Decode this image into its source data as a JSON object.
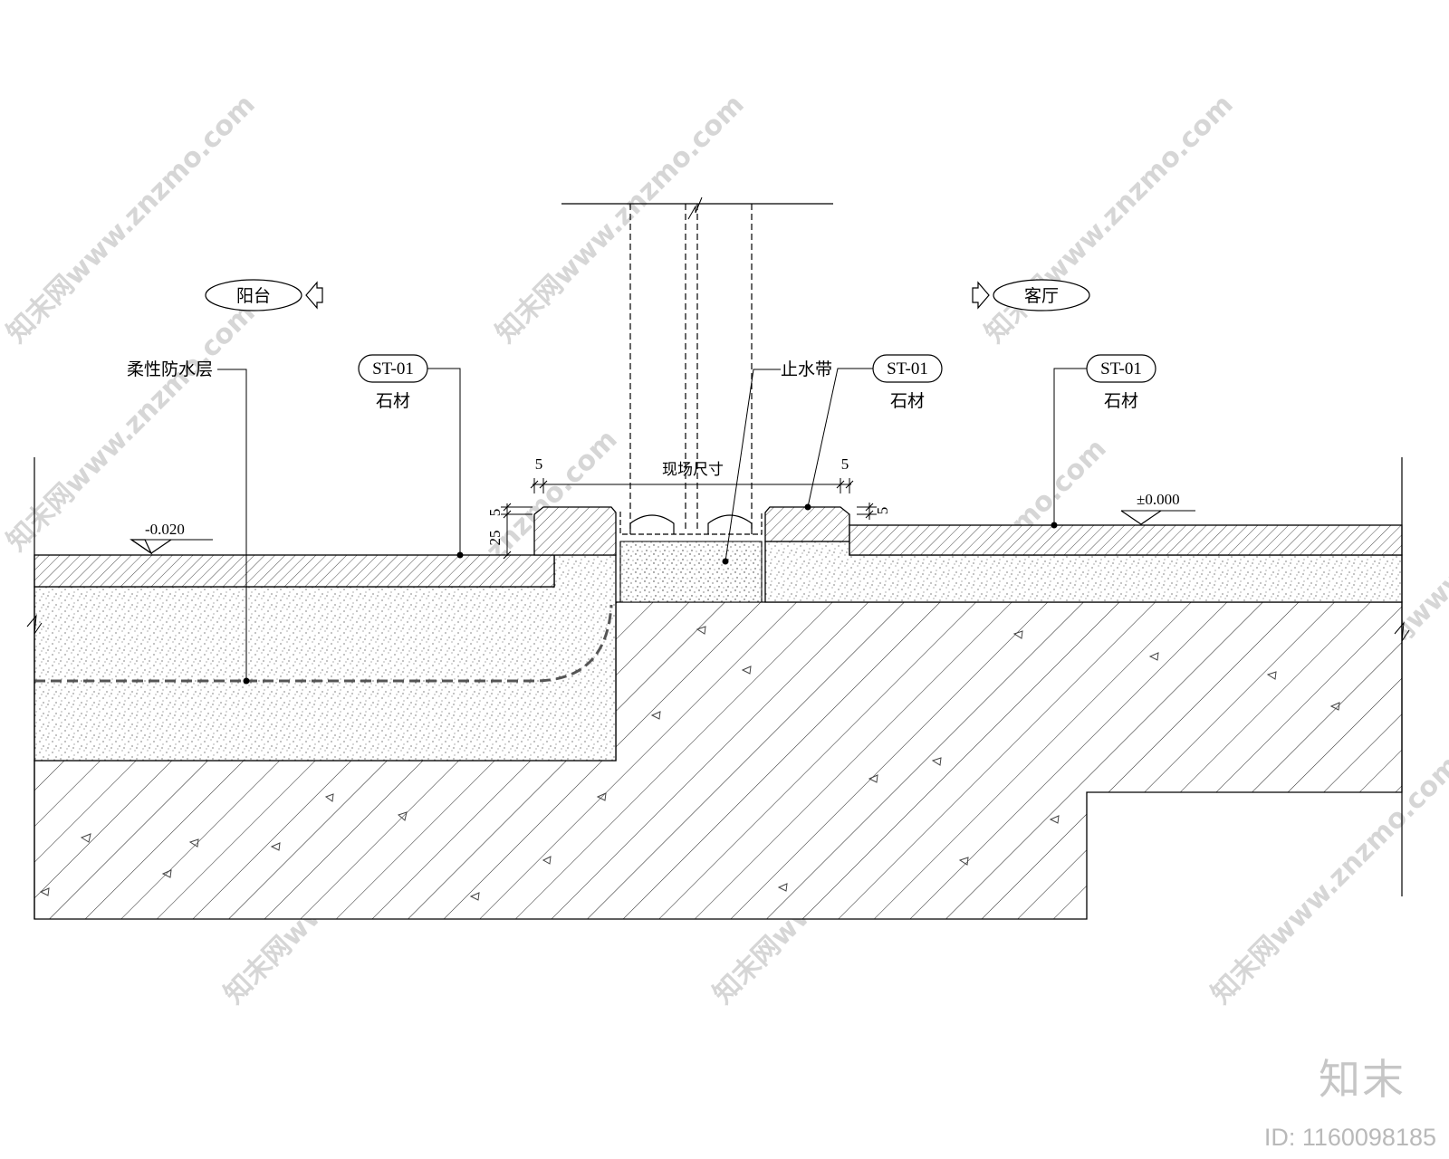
{
  "labels": {
    "balcony": "阳台",
    "living_room": "客厅",
    "flexible_waterproof": "柔性防水层",
    "waterstop": "止水带",
    "stone": "石材",
    "tag_code": "ST-01",
    "site_dimension": "现场尺寸",
    "level_balcony": "-0.020",
    "level_living": "±0.000",
    "dim_5": "5",
    "dim_25": "25"
  },
  "watermark": {
    "text": "知末网www.znzmo.com",
    "brand": "知末",
    "id": "ID: 1160098185"
  }
}
